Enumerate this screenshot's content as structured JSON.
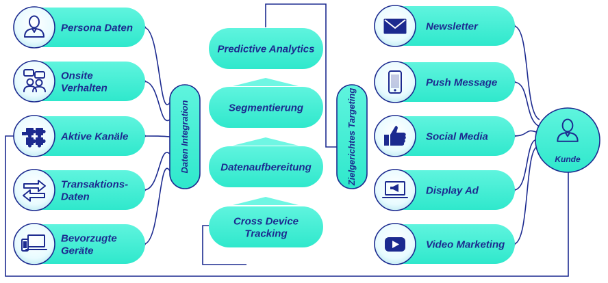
{
  "colors": {
    "pill": "#3ff0d6",
    "pill_light": "#6ff6e3",
    "circle": "#ffffff",
    "line": "#1c2a8f",
    "text": "#1c2a8f",
    "icon": "#1c2a8f"
  },
  "left_items": [
    {
      "id": "persona",
      "icon": "person-icon",
      "lines": [
        "Persona Daten"
      ]
    },
    {
      "id": "onsite",
      "icon": "chat-people-icon",
      "lines": [
        "Onsite",
        "Verhalten"
      ]
    },
    {
      "id": "kanaele",
      "icon": "puzzle-icon",
      "lines": [
        "Aktive Kanäle"
      ]
    },
    {
      "id": "transaktion",
      "icon": "exchange-arrows-icon",
      "lines": [
        "Transaktions-",
        "Daten"
      ]
    },
    {
      "id": "geraete",
      "icon": "devices-icon",
      "lines": [
        "Bevorzugte",
        "Geräte"
      ]
    }
  ],
  "right_items": [
    {
      "id": "newsletter",
      "icon": "envelope-icon",
      "lines": [
        "Newsletter"
      ]
    },
    {
      "id": "push",
      "icon": "smartphone-icon",
      "lines": [
        "Push Message"
      ]
    },
    {
      "id": "social",
      "icon": "thumbs-up-icon",
      "lines": [
        "Social Media"
      ]
    },
    {
      "id": "display",
      "icon": "laptop-megaphone-icon",
      "lines": [
        "Display Ad"
      ]
    },
    {
      "id": "video",
      "icon": "play-button-icon",
      "lines": [
        "Video Marketing"
      ]
    }
  ],
  "center_steps": [
    {
      "id": "cross-device",
      "lines": [
        "Cross Device",
        "Tracking"
      ]
    },
    {
      "id": "datenaufbereitung",
      "lines": [
        "Datenaufbereitung"
      ]
    },
    {
      "id": "segmentierung",
      "lines": [
        "Segmentierung"
      ]
    },
    {
      "id": "predictive",
      "lines": [
        "Predictive Analytics"
      ]
    }
  ],
  "vertical_labels": {
    "integration": "Daten Integration",
    "targeting": "Zielgerichtes Targeting"
  },
  "customer": {
    "label": "Kunde",
    "icon": "customer-person-icon"
  }
}
